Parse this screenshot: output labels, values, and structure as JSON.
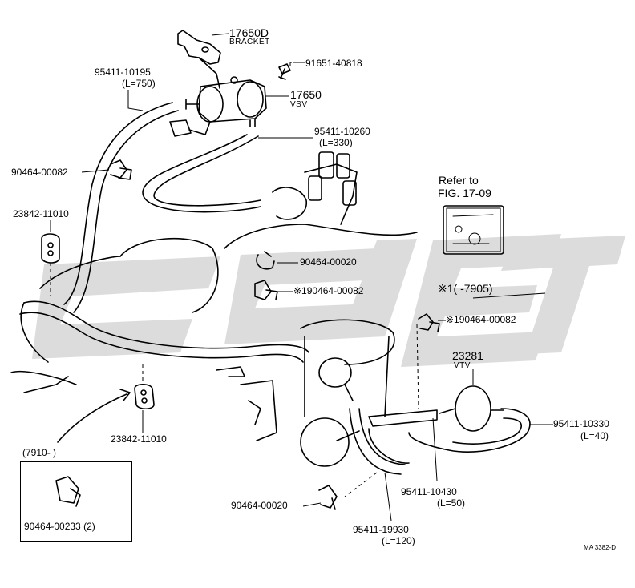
{
  "labels": {
    "bracket_part": "17650D",
    "bracket_name": "BRACKET",
    "bolt_part": "91651-40818",
    "vsv_part": "17650",
    "vsv_name": "VSV",
    "hose_750_part": "95411-10195",
    "hose_750_len": "(L=750)",
    "hose_330_part": "95411-10260",
    "hose_330_len": "(L=330)",
    "clip_top": "90464-00082",
    "clamp_left_top": "23842-11010",
    "clip_mid": "90464-00020",
    "clip_mid2": "※190464-00082",
    "note_range": "※1(      -7905)",
    "clip_right": "※190464-00082",
    "refer_line1": "Refer to",
    "refer_line2": "FIG. 17-09",
    "vtv_part": "23281",
    "vtv_name": "VTV",
    "hose_40_part": "95411-10330",
    "hose_40_len": "(L=40)",
    "clamp_left_bottom": "23842-11010",
    "inset_range": "(7910-         )",
    "inset_clip": "90464-00233 (2)",
    "clip_bottom": "90464-00020",
    "hose_50_part": "95411-10430",
    "hose_50_len": "(L=50)",
    "hose_120_part": "95411-19930",
    "hose_120_len": "(L=120)",
    "code": "MA 3382-D"
  },
  "colors": {
    "line": "#000000",
    "watermark": "#d9d9d9",
    "background": "#ffffff"
  }
}
